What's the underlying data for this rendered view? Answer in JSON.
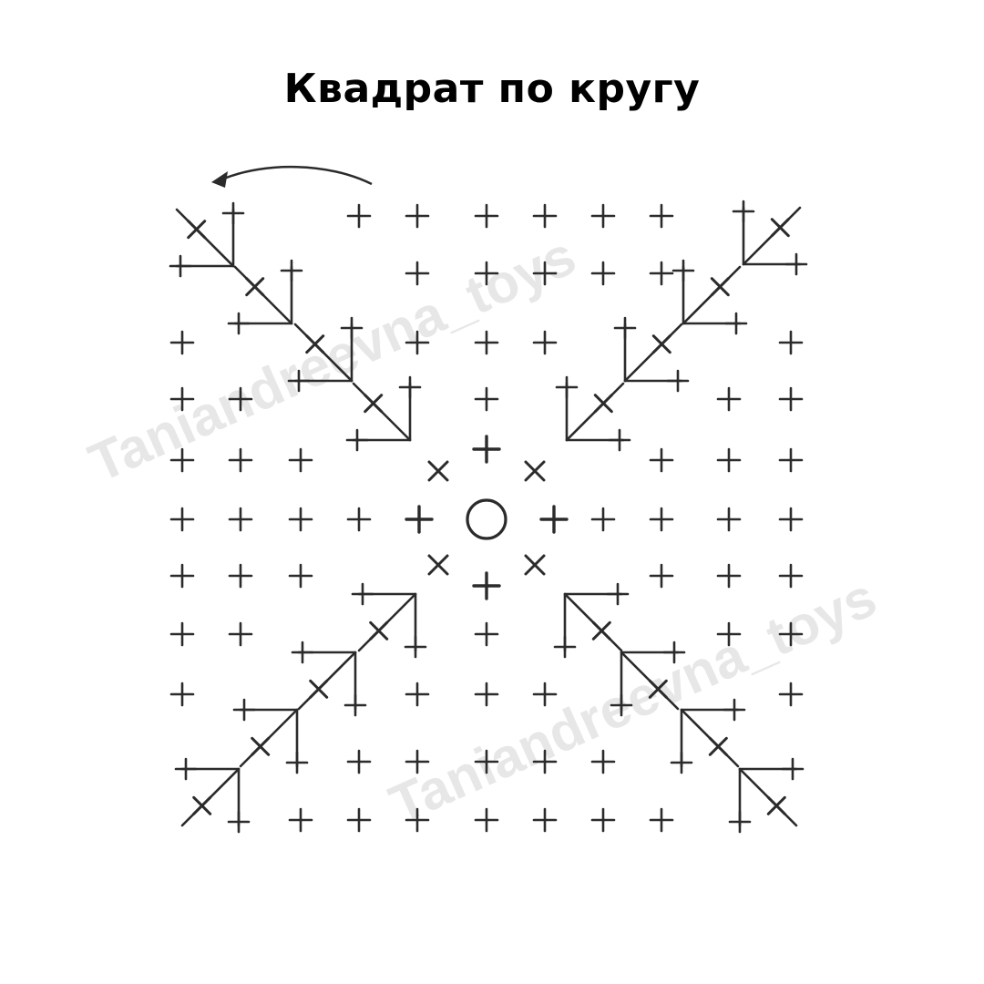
{
  "title": "Квадрат по кругу",
  "watermark": "Taniandreevna_toys",
  "colors": {
    "ink": "#2b2b2b",
    "watermark": "#e6e6e6",
    "background": "#ffffff"
  },
  "symbols": [
    "single-crochet-plus",
    "cross-stitch-x",
    "magic-ring-circle",
    "direction-arrow"
  ]
}
